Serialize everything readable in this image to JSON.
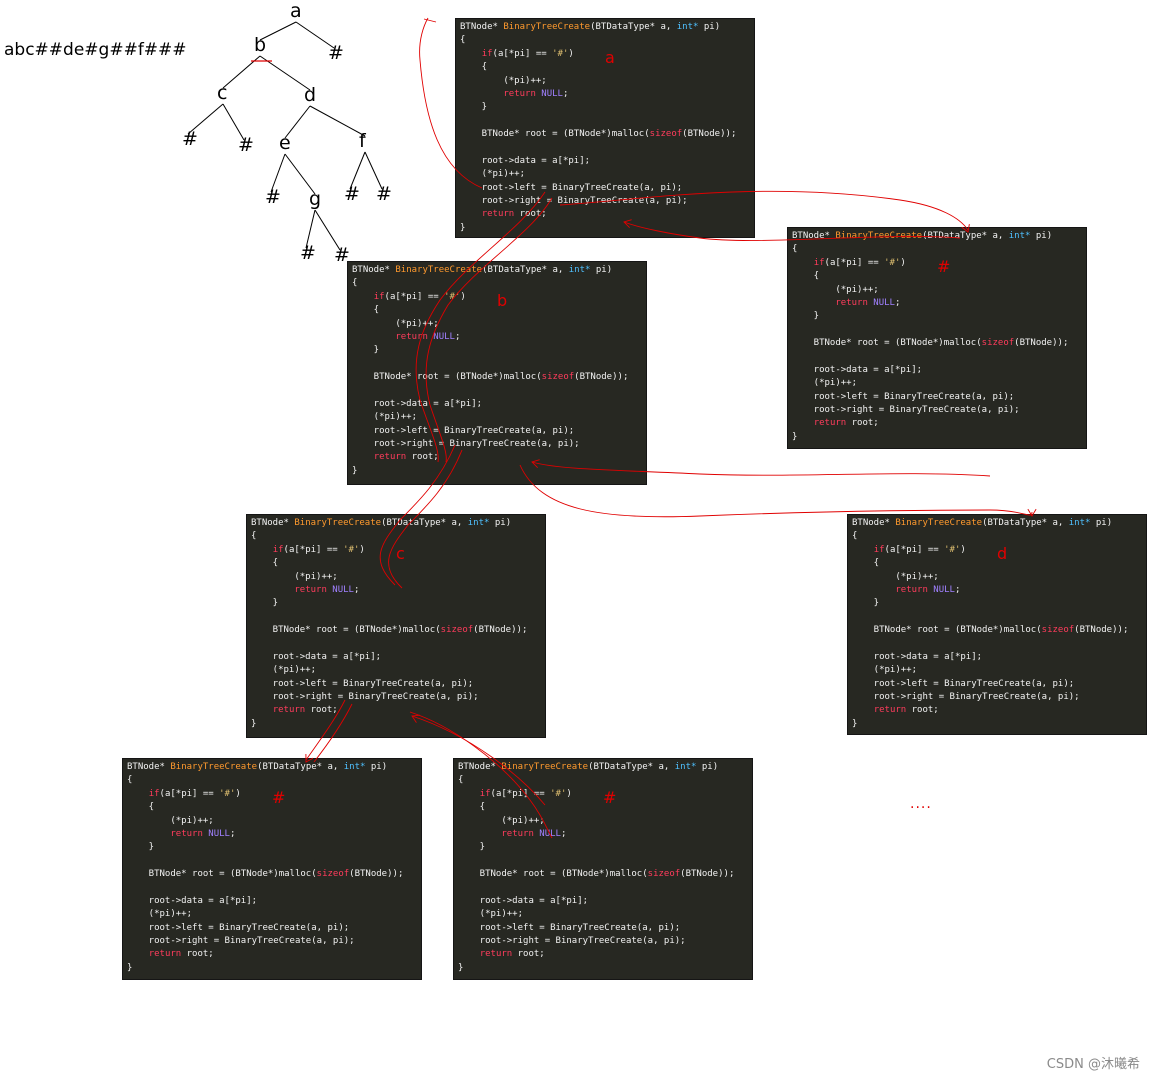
{
  "sequence": "abc##de#g##f###",
  "tree": {
    "nodes": [
      {
        "id": "n-a",
        "label": "a"
      },
      {
        "id": "n-b",
        "label": "b"
      },
      {
        "id": "n-hash-a",
        "label": "#"
      },
      {
        "id": "n-c",
        "label": "c"
      },
      {
        "id": "n-d",
        "label": "d"
      },
      {
        "id": "n-hash-c1",
        "label": "#"
      },
      {
        "id": "n-hash-c2",
        "label": "#"
      },
      {
        "id": "n-e",
        "label": "e"
      },
      {
        "id": "n-f",
        "label": "f"
      },
      {
        "id": "n-hash-e",
        "label": "#"
      },
      {
        "id": "n-g",
        "label": "g"
      },
      {
        "id": "n-hash-f1",
        "label": "#"
      },
      {
        "id": "n-hash-f2",
        "label": "#"
      },
      {
        "id": "n-hash-g1",
        "label": "#"
      },
      {
        "id": "n-hash-g2",
        "label": "#"
      }
    ],
    "edges": [
      [
        "n-a",
        "n-b"
      ],
      [
        "n-a",
        "n-hash-a"
      ],
      [
        "n-b",
        "n-c"
      ],
      [
        "n-b",
        "n-d"
      ],
      [
        "n-c",
        "n-hash-c1"
      ],
      [
        "n-c",
        "n-hash-c2"
      ],
      [
        "n-d",
        "n-e"
      ],
      [
        "n-d",
        "n-f"
      ],
      [
        "n-e",
        "n-hash-e"
      ],
      [
        "n-e",
        "n-g"
      ],
      [
        "n-f",
        "n-hash-f1"
      ],
      [
        "n-f",
        "n-hash-f2"
      ],
      [
        "n-g",
        "n-hash-g1"
      ],
      [
        "n-g",
        "n-hash-g2"
      ]
    ]
  },
  "code_lines": [
    [
      {
        "t": "BTNode* "
      },
      {
        "t": "BinaryTreeCreate",
        "c": "fn"
      },
      {
        "t": "(BTDataType* a, "
      },
      {
        "t": "int*",
        "c": "ty"
      },
      {
        "t": " pi)"
      }
    ],
    [
      {
        "t": "{"
      }
    ],
    [
      {
        "t": "    "
      },
      {
        "t": "if",
        "c": "kw"
      },
      {
        "t": "(a[*pi] == "
      },
      {
        "t": "'#'",
        "c": "st"
      },
      {
        "t": ")"
      }
    ],
    [
      {
        "t": "    {"
      }
    ],
    [
      {
        "t": "        (*pi)++;"
      }
    ],
    [
      {
        "t": "        "
      },
      {
        "t": "return",
        "c": "kw"
      },
      {
        "t": " "
      },
      {
        "t": "NULL",
        "c": "nl"
      },
      {
        "t": ";"
      }
    ],
    [
      {
        "t": "    }"
      }
    ],
    [
      {
        "t": ""
      }
    ],
    [
      {
        "t": "    BTNode* root = (BTNode*)malloc("
      },
      {
        "t": "sizeof",
        "c": "kw"
      },
      {
        "t": "(BTNode));"
      }
    ],
    [
      {
        "t": ""
      }
    ],
    [
      {
        "t": "    root->data = a[*pi];"
      }
    ],
    [
      {
        "t": "    (*pi)++;"
      }
    ],
    [
      {
        "t": "    root->left = BinaryTreeCreate(a, pi);"
      }
    ],
    [
      {
        "t": "    root->right = BinaryTreeCreate(a, pi);"
      }
    ],
    [
      {
        "t": "    "
      },
      {
        "t": "return",
        "c": "kw"
      },
      {
        "t": " root;"
      }
    ],
    [
      {
        "t": "}"
      }
    ]
  ],
  "code_boxes": [
    {
      "id": "code-a",
      "tag": "a"
    },
    {
      "id": "code-hash-right-of-a",
      "tag": "#"
    },
    {
      "id": "code-b",
      "tag": "b"
    },
    {
      "id": "code-c",
      "tag": "c"
    },
    {
      "id": "code-d",
      "tag": "d"
    },
    {
      "id": "code-hash-left-of-c",
      "tag": "#"
    },
    {
      "id": "code-hash-right-of-c",
      "tag": "#"
    }
  ],
  "ellipsis": "....",
  "watermark": "CSDN @沐曦希",
  "colors": {
    "background": "#ffffff",
    "code_bg": "#272822",
    "arrow": "#e00000",
    "label": "#e00000"
  }
}
